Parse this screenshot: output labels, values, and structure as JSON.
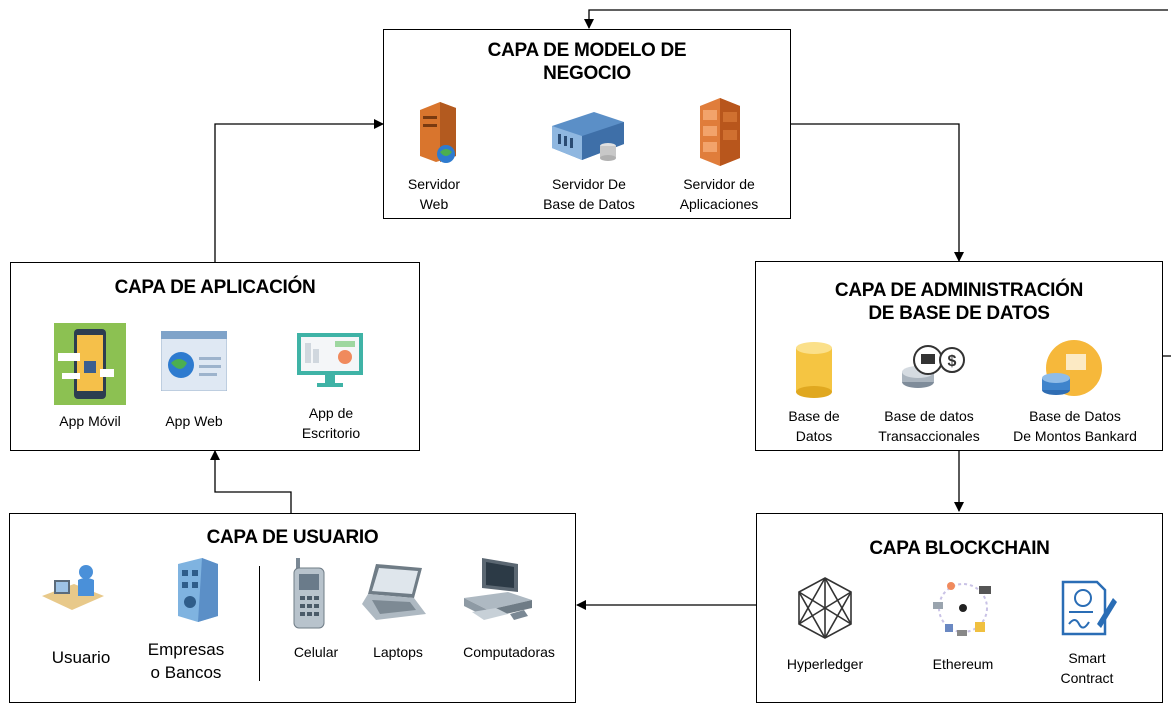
{
  "layers": {
    "modelo_negocio": {
      "title": "CAPA DE MODELO DE\nNEGOCIO",
      "items": [
        {
          "label": "Servidor\nWeb",
          "icon": "web-server-icon"
        },
        {
          "label": "Servidor De\nBase de Datos",
          "icon": "database-server-icon"
        },
        {
          "label": "Servidor de\nAplicaciones",
          "icon": "application-server-icon"
        }
      ]
    },
    "aplicacion": {
      "title": "CAPA DE APLICACIÓN",
      "items": [
        {
          "label": "App Móvil",
          "icon": "mobile-app-icon"
        },
        {
          "label": "App Web",
          "icon": "web-app-icon"
        },
        {
          "label": "App de\nEscritorio",
          "icon": "desktop-app-icon"
        }
      ]
    },
    "administracion_bd": {
      "title": "CAPA DE ADMINISTRACIÓN\nDE BASE DE DATOS",
      "items": [
        {
          "label": "Base de\nDatos",
          "icon": "database-cylinder-icon"
        },
        {
          "label": "Base de datos\nTransaccionales",
          "icon": "transactional-database-icon"
        },
        {
          "label": "Base de Datos\nDe Montos Bankard",
          "icon": "bankard-database-icon"
        }
      ]
    },
    "usuario": {
      "title": "CAPA DE USUARIO",
      "items": [
        {
          "label": "Usuario",
          "icon": "user-workstation-icon"
        },
        {
          "label": "Empresas\no Bancos",
          "icon": "building-icon"
        },
        {
          "label": "Celular",
          "icon": "cellphone-icon"
        },
        {
          "label": "Laptops",
          "icon": "laptop-icon"
        },
        {
          "label": "Computadoras",
          "icon": "computer-icon"
        }
      ]
    },
    "blockchain": {
      "title": "CAPA BLOCKCHAIN",
      "items": [
        {
          "label": "Hyperledger",
          "icon": "hyperledger-icon"
        },
        {
          "label": "Ethereum",
          "icon": "ethereum-network-icon"
        },
        {
          "label": "Smart\nContract",
          "icon": "smart-contract-icon"
        }
      ]
    }
  }
}
